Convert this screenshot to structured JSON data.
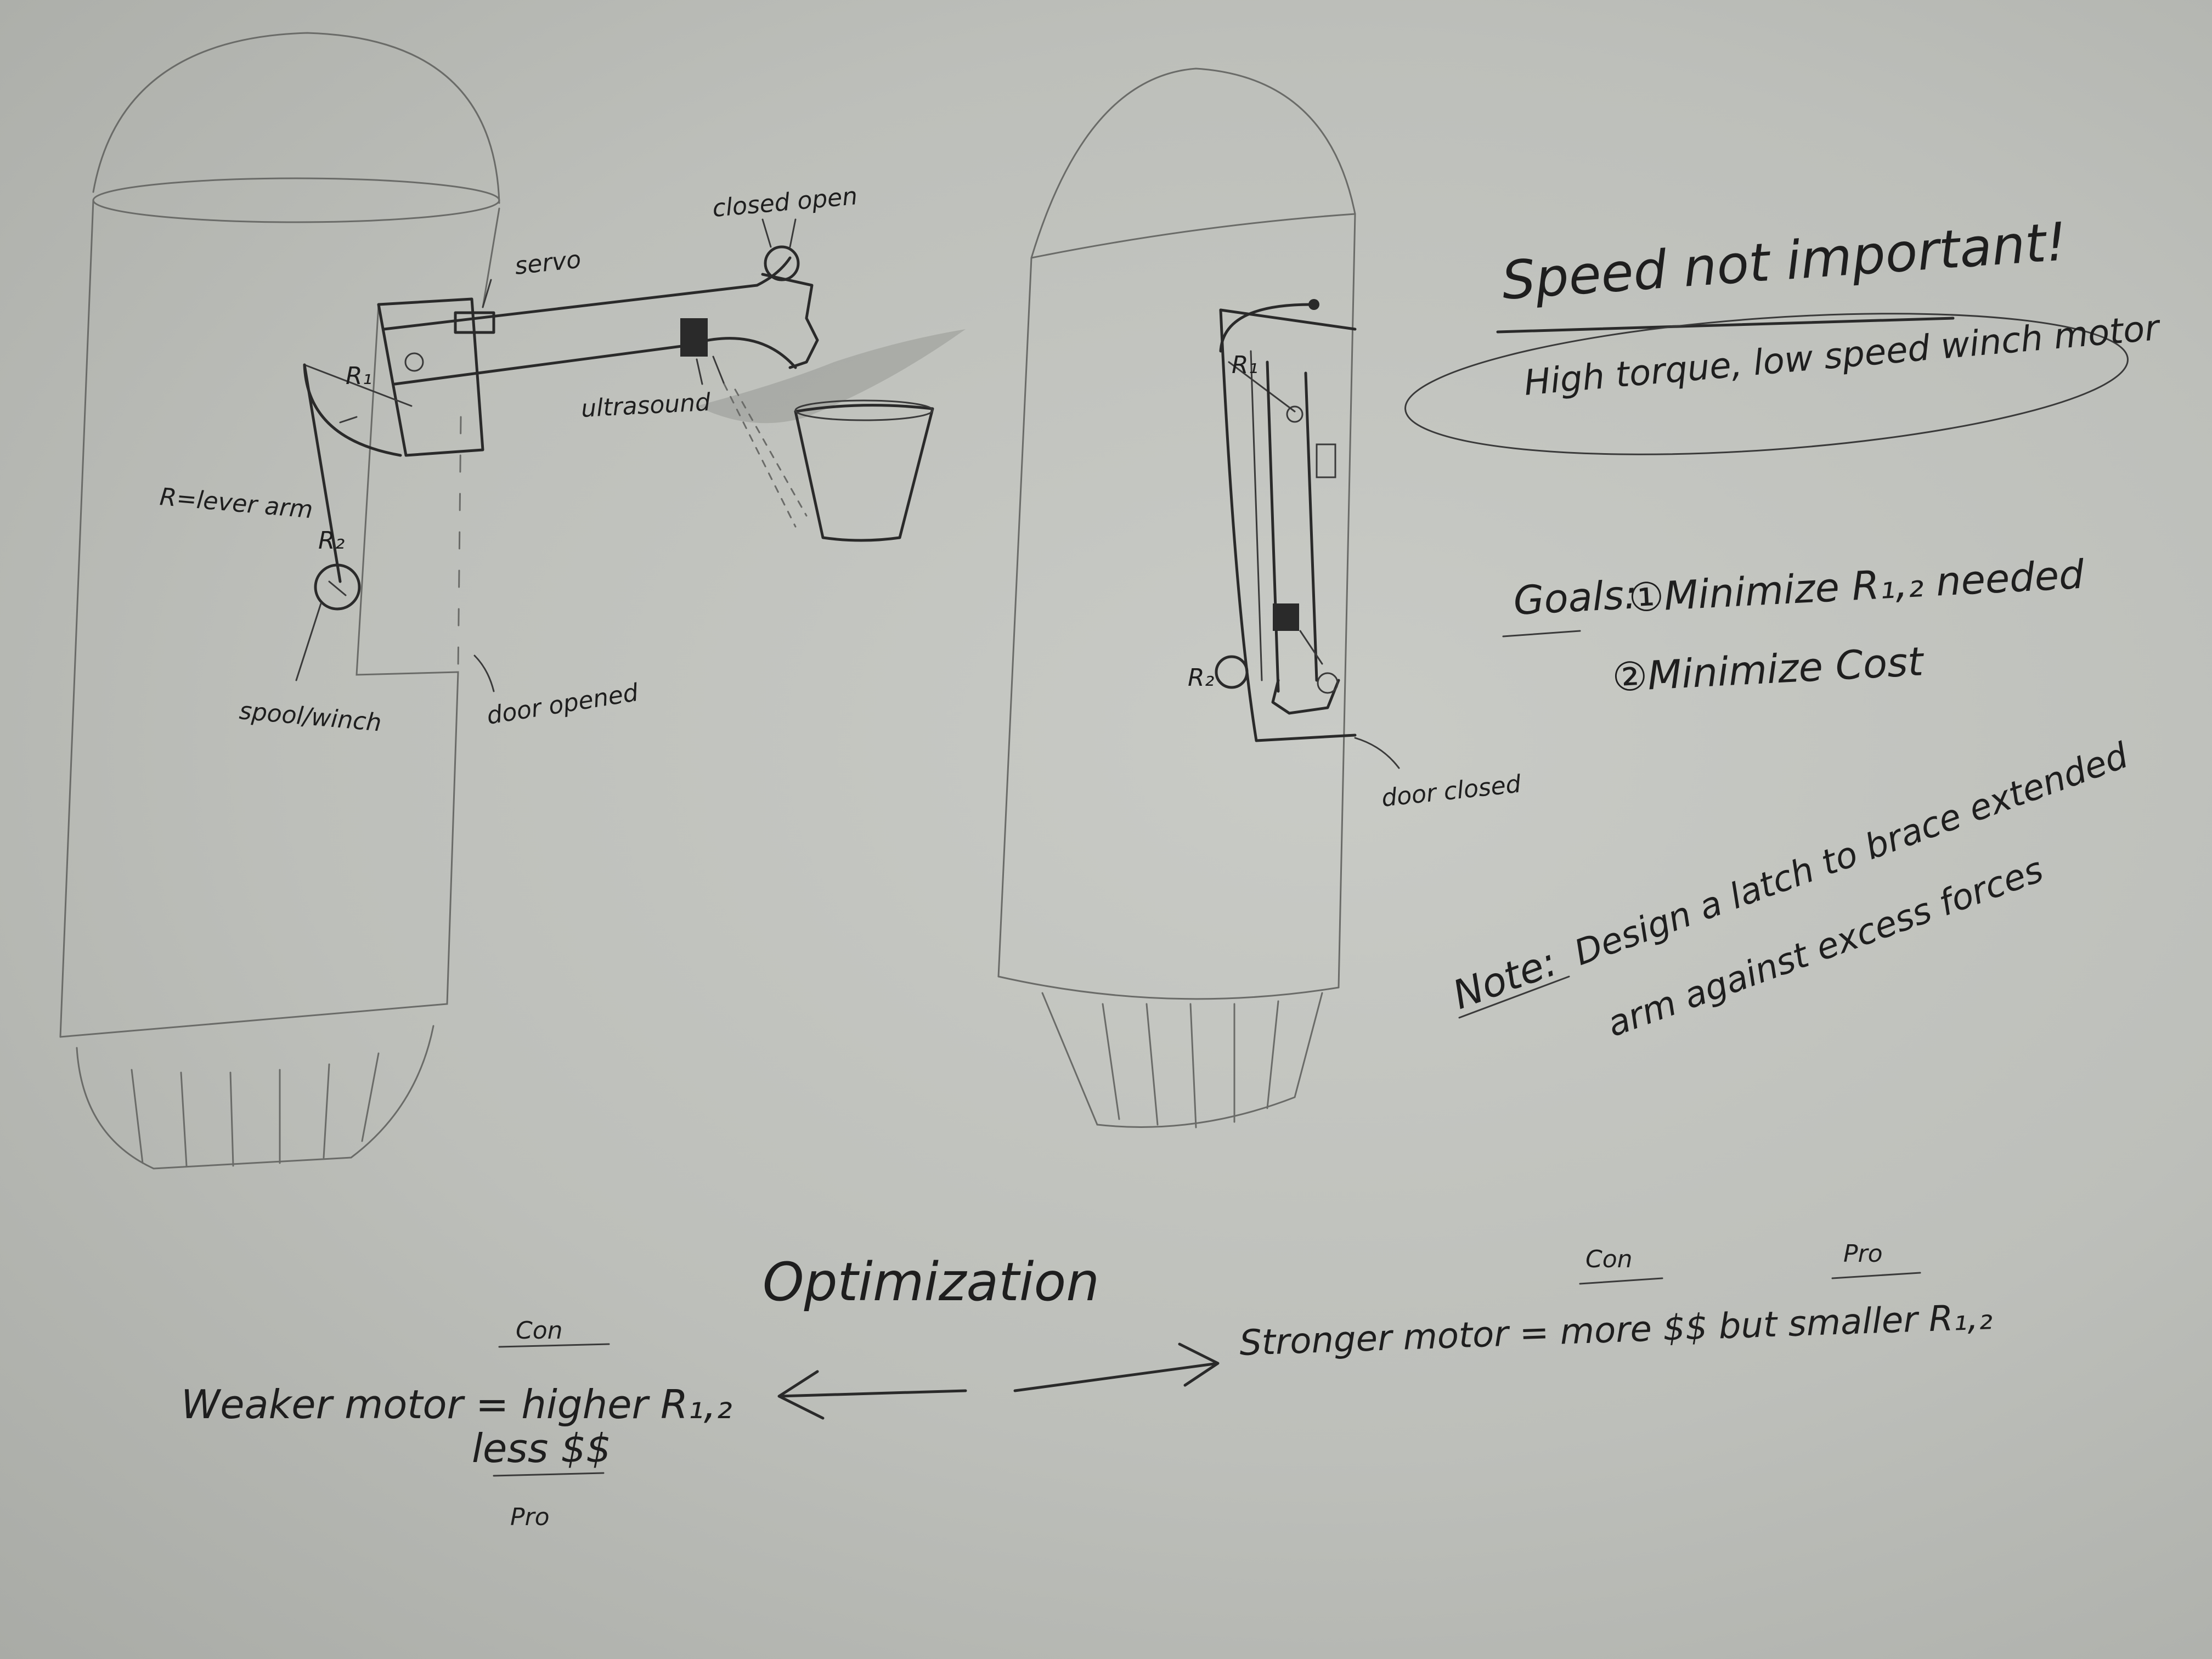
{
  "left_drawing": {
    "servo": "servo",
    "valve_states": "closed  open",
    "ultrasound": "ultrasound",
    "r1": "R₁",
    "r2": "R₂",
    "lever_arm": "R=lever arm",
    "spool": "spool/winch",
    "door": "door opened"
  },
  "right_drawing": {
    "r1": "R₁",
    "r2": "R₂",
    "door": "door closed"
  },
  "notes": {
    "speed": "Speed not important!",
    "motor": "High torque, low speed winch motor",
    "goals_label": "Goals:",
    "goal1": "①Minimize R₁,₂ needed",
    "goal2": "②Minimize Cost",
    "note_label": "Note:",
    "note_text_1": "Design a latch to brace extended",
    "note_text_2": "arm against excess forces"
  },
  "optimization": {
    "title": "Optimization",
    "left_con": "Con",
    "left_line1": "Weaker motor = higher R₁,₂",
    "left_line2": "less $$",
    "left_pro": "Pro",
    "right_con": "Con",
    "right_pro": "Pro",
    "right_line": "Stronger motor = more $$ but smaller R₁,₂"
  }
}
